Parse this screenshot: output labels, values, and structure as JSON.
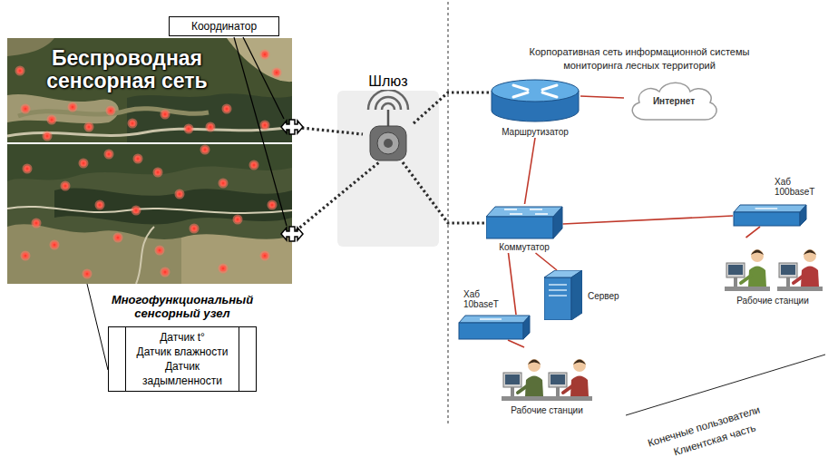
{
  "diagram": {
    "nodes": [
      {
        "text": [
          "Координатор"
        ]
      },
      {
        "text": [
          "Беспроводная сенсорная сеть"
        ]
      },
      {
        "text": [
          "Многофункциональный сенсорный узел",
          "Датчик t°",
          "Датчик влажности",
          "Датчик задымленности"
        ]
      },
      {
        "text": [
          "Шлюз"
        ]
      },
      {
        "text": [
          "Маршрутизатор"
        ]
      },
      {
        "text": [
          "Интернет"
        ]
      },
      {
        "text": [
          "Коммутатор"
        ]
      },
      {
        "text": [
          "Хаб 100baseT"
        ]
      },
      {
        "text": [
          "Рабочие станции"
        ]
      },
      {
        "text": [
          "Сервер"
        ]
      },
      {
        "text": [
          "Хаб 10baseT"
        ]
      },
      {
        "text": [
          "Рабочие станции"
        ]
      }
    ],
    "edges": [
      {
        "from": 1,
        "to": 3,
        "arrow": "none"
      },
      {
        "from": 1,
        "to": 3,
        "arrow": "none"
      },
      {
        "from": 3,
        "to": 4,
        "arrow": "none"
      },
      {
        "from": 3,
        "to": 6,
        "arrow": "none"
      },
      {
        "from": 1,
        "to": 2,
        "arrow": "none"
      },
      {
        "from": 4,
        "to": 5,
        "arrow": "none"
      },
      {
        "from": 4,
        "to": 6,
        "arrow": "none"
      },
      {
        "from": 6,
        "to": 7,
        "arrow": "none"
      },
      {
        "from": 6,
        "to": 9,
        "arrow": "none"
      },
      {
        "from": 6,
        "to": 10,
        "arrow": "none"
      },
      {
        "from": 7,
        "to": 8,
        "arrow": "none"
      },
      {
        "from": 10,
        "to": 11,
        "arrow": "none"
      }
    ],
    "labels": [
      "Корпоративная сеть информационной системы мониторинга лесных территорий",
      "Конечные пользователи",
      "Клиентская часть"
    ]
  }
}
